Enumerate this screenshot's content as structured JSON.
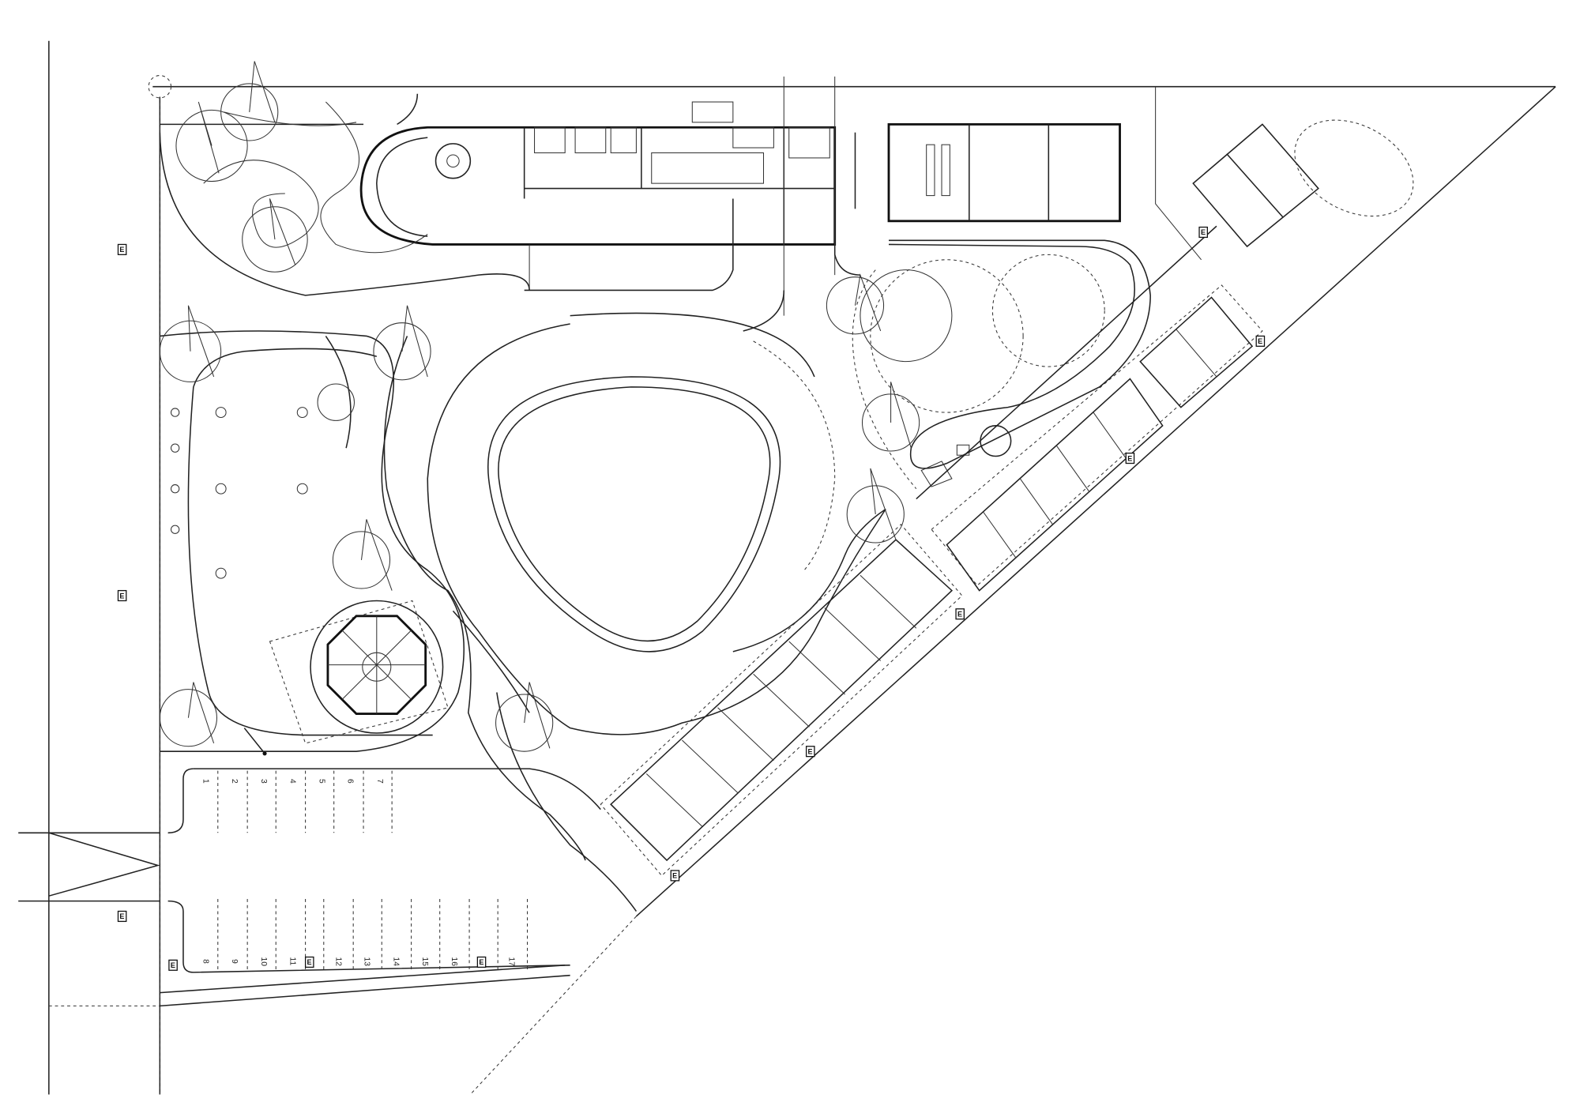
{
  "drawing": {
    "background": "#ffffff",
    "line_color": "#222222",
    "parking": {
      "top_row": [
        "1",
        "2",
        "3",
        "4",
        "5",
        "6",
        "7"
      ],
      "bottom_row": [
        "8",
        "9",
        "10",
        "11",
        "12",
        "13",
        "14",
        "15",
        "16",
        "17"
      ]
    },
    "electrical_symbol": "E"
  }
}
